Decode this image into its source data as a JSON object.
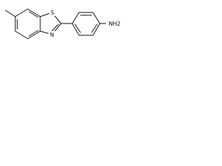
{
  "molecule": {
    "atom_labels": {
      "sulfur": "S",
      "nitrogen": "N",
      "amine": "NH2"
    }
  }
}
